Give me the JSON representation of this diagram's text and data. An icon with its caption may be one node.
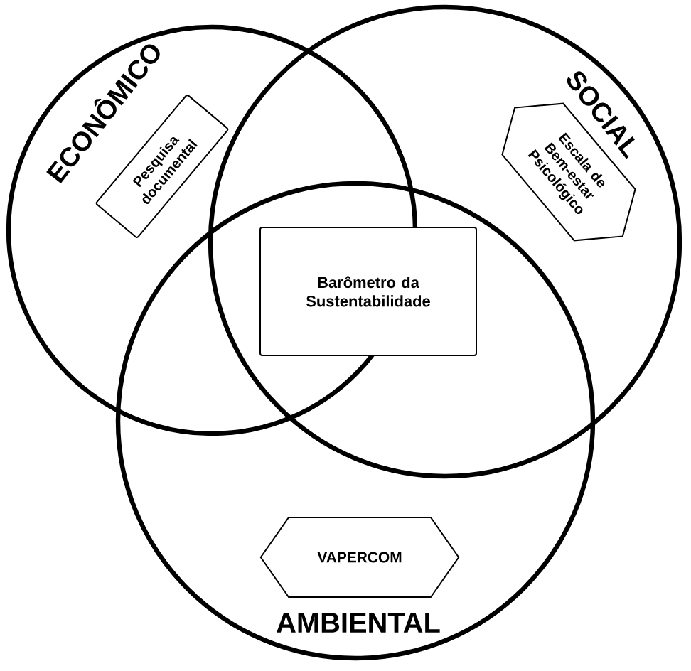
{
  "diagram": {
    "nodes": [
      {
        "text": [
          "ECONÔMICO"
        ]
      },
      {
        "text": [
          "Pesquisa documental"
        ],
        "in": 0
      },
      {
        "text": [
          "SOCIAL"
        ]
      },
      {
        "text": [
          "Escala de Bem-estar Psicológico"
        ],
        "in": 2
      },
      {
        "text": [
          "Barômetro da Sustentabilidade"
        ]
      },
      {
        "text": [
          "AMBIENTAL"
        ]
      },
      {
        "text": [
          "VAPERCOM"
        ],
        "in": 5
      }
    ]
  }
}
